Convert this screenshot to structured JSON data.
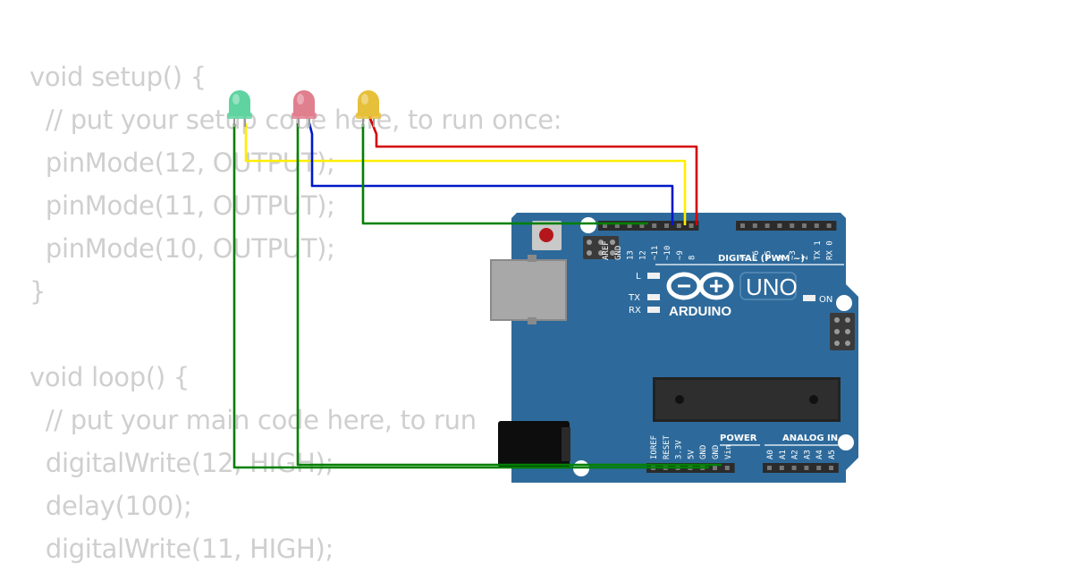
{
  "code": {
    "lines": [
      "void setup() {",
      "  // put your setup code here, to run once:",
      "  pinMode(12, OUTPUT);",
      "  pinMode(11, OUTPUT);",
      "  pinMode(10, OUTPUT);",
      "}",
      "",
      "void loop() {",
      "  // put your main code here, to run",
      "  digitalWrite(12, HIGH);",
      "  delay(100);",
      "  digitalWrite(11, HIGH);"
    ]
  },
  "leds": [
    {
      "name": "green-led",
      "color": "#5fd3a0"
    },
    {
      "name": "red-led",
      "color": "#e07f8e"
    },
    {
      "name": "yellow-led",
      "color": "#e6c03a"
    }
  ],
  "wires": {
    "red": "#d40000",
    "yellow": "#ffee00",
    "blue": "#0019c8",
    "green": "#008000"
  },
  "board": {
    "color": "#2d6a9b",
    "brand": "ARDUINO",
    "model": "UNO",
    "digital_header": "DIGITAL (PWM ~)",
    "power_header": "POWER",
    "analog_header": "ANALOG IN",
    "on_label": "ON",
    "l_label": "L",
    "tx_label": "TX",
    "rx_label": "RX",
    "digital_pins_left": [
      "AREF",
      "GND",
      "13",
      "12",
      "~11",
      "~10",
      "~9",
      "8"
    ],
    "digital_pins_right": [
      "7",
      "~6",
      "~5",
      "4",
      "~3",
      "2",
      "TX 1",
      "RX 0"
    ],
    "power_pins": [
      "IOREF",
      "RESET",
      "3.3V",
      "5V",
      "GND",
      "GND",
      "Vin"
    ],
    "analog_pins": [
      "A0",
      "A1",
      "A2",
      "A3",
      "A4",
      "A5"
    ]
  }
}
